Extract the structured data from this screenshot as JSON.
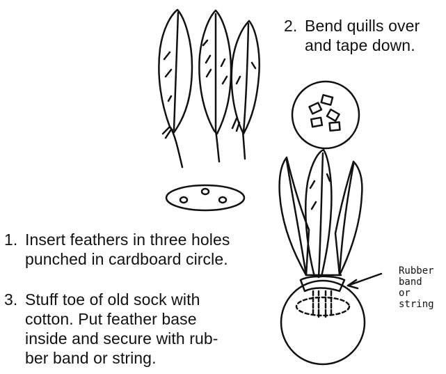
{
  "steps": [
    {
      "number": "1.",
      "text": "Insert feathers in three holes\npunched in cardboard circle."
    },
    {
      "number": "2.",
      "text": "Bend quills over\nand tape down."
    },
    {
      "number": "3.",
      "text": "Stuff toe of old sock with\ncotton. Put feather base\ninside and secure with rub-\nber band or string."
    }
  ],
  "callout": {
    "label": "Rubber\nband\nor string"
  },
  "icons": {
    "feather": "feather-icon",
    "cardboard": "cardboard-circle-icon",
    "tape": "tape-pieces-icon",
    "shuttlecock": "feather-shuttlecock-icon",
    "arrow": "arrow-icon"
  },
  "colors": {
    "ink": "#111111",
    "paper": "#ffffff"
  }
}
